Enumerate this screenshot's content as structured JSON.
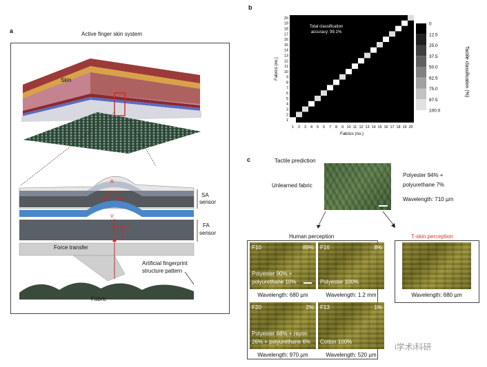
{
  "panel_a": {
    "letter": "a",
    "title": "Active finger skin system",
    "labels": {
      "skin": "Skin",
      "sa_sensor_line1": "SA",
      "sa_sensor_line2": "sensor",
      "fa_sensor_line1": "FA",
      "fa_sensor_line2": "sensor",
      "r_marker": "R",
      "v_marker": "V",
      "force_transfer": "Force transfer",
      "fingerprint_line1": "Artificial fingerprint",
      "fingerprint_line2": "structure pattern",
      "fabric": "Fabric"
    },
    "colors": {
      "marker_red": "#e02020",
      "sensor_blue": "#4a86c8"
    }
  },
  "panel_b": {
    "letter": "b",
    "annotation_line1": "Total classification",
    "annotation_line2": "accuracy: 99.1%"
  },
  "chart_data": {
    "type": "heatmap",
    "title": "",
    "xlabel": "Fabrics (no.)",
    "ylabel": "Fabrics (no.)",
    "x_ticks": [
      "1",
      "2",
      "3",
      "4",
      "5",
      "6",
      "7",
      "8",
      "9",
      "10",
      "11",
      "12",
      "13",
      "14",
      "15",
      "16",
      "17",
      "18",
      "19",
      "20"
    ],
    "y_ticks": [
      "1",
      "2",
      "3",
      "4",
      "5",
      "6",
      "7",
      "8",
      "9",
      "10",
      "11",
      "12",
      "13",
      "14",
      "15",
      "16",
      "17",
      "18",
      "19",
      "20"
    ],
    "diagonal_values": [
      100,
      97.8,
      97.8,
      100,
      97.8,
      97.8,
      100,
      100,
      97.8,
      100,
      100,
      100,
      97.8,
      100,
      97.8,
      100,
      97.8,
      100,
      100,
      97.8
    ],
    "off_diagonal_value": 0,
    "colorbar": {
      "label": "Tactile classification (%)",
      "ticks": [
        "0",
        "12.5",
        "25.0",
        "37.5",
        "50.0",
        "62.5",
        "75.0",
        "87.5",
        "100.0"
      ],
      "range": [
        0,
        100
      ]
    },
    "annotation": "Total classification accuracy: 99.1%"
  },
  "panel_c": {
    "letter": "c",
    "tactile_prediction": "Tactile prediction",
    "unlearned_fabric": "Unlearned fabric",
    "composition_line1": "Polyester 94% +",
    "composition_line2": "polyurethane 7%",
    "wavelength": "Wavelength: 710 µm",
    "human_perception": "Human perception",
    "tskin_perception": "T-skin perception",
    "tskin_wavelength": "Wavelength: 680 µm",
    "tiles": [
      {
        "id": "F10",
        "percent": "89%",
        "desc1": "Polyester 90% +",
        "desc2": "polyurethane 10%",
        "wavelength": "Wavelength: 680 µm"
      },
      {
        "id": "F16",
        "percent": "8%",
        "desc1": "",
        "desc2": "Polyester 100%",
        "wavelength": "Wavelength: 1.2 mm"
      },
      {
        "id": "F20",
        "percent": "2%",
        "desc1": "Polyester 68% + rayon",
        "desc2": "26% + polyurethane 6%",
        "wavelength": "Wavelength: 970 µm"
      },
      {
        "id": "F13",
        "percent": "1%",
        "desc1": "",
        "desc2": "Cotton 100%",
        "wavelength": "Wavelength: 520 µm"
      }
    ],
    "colors": {
      "tskin_red": "#e53030"
    }
  },
  "watermark": "i学术i科研"
}
